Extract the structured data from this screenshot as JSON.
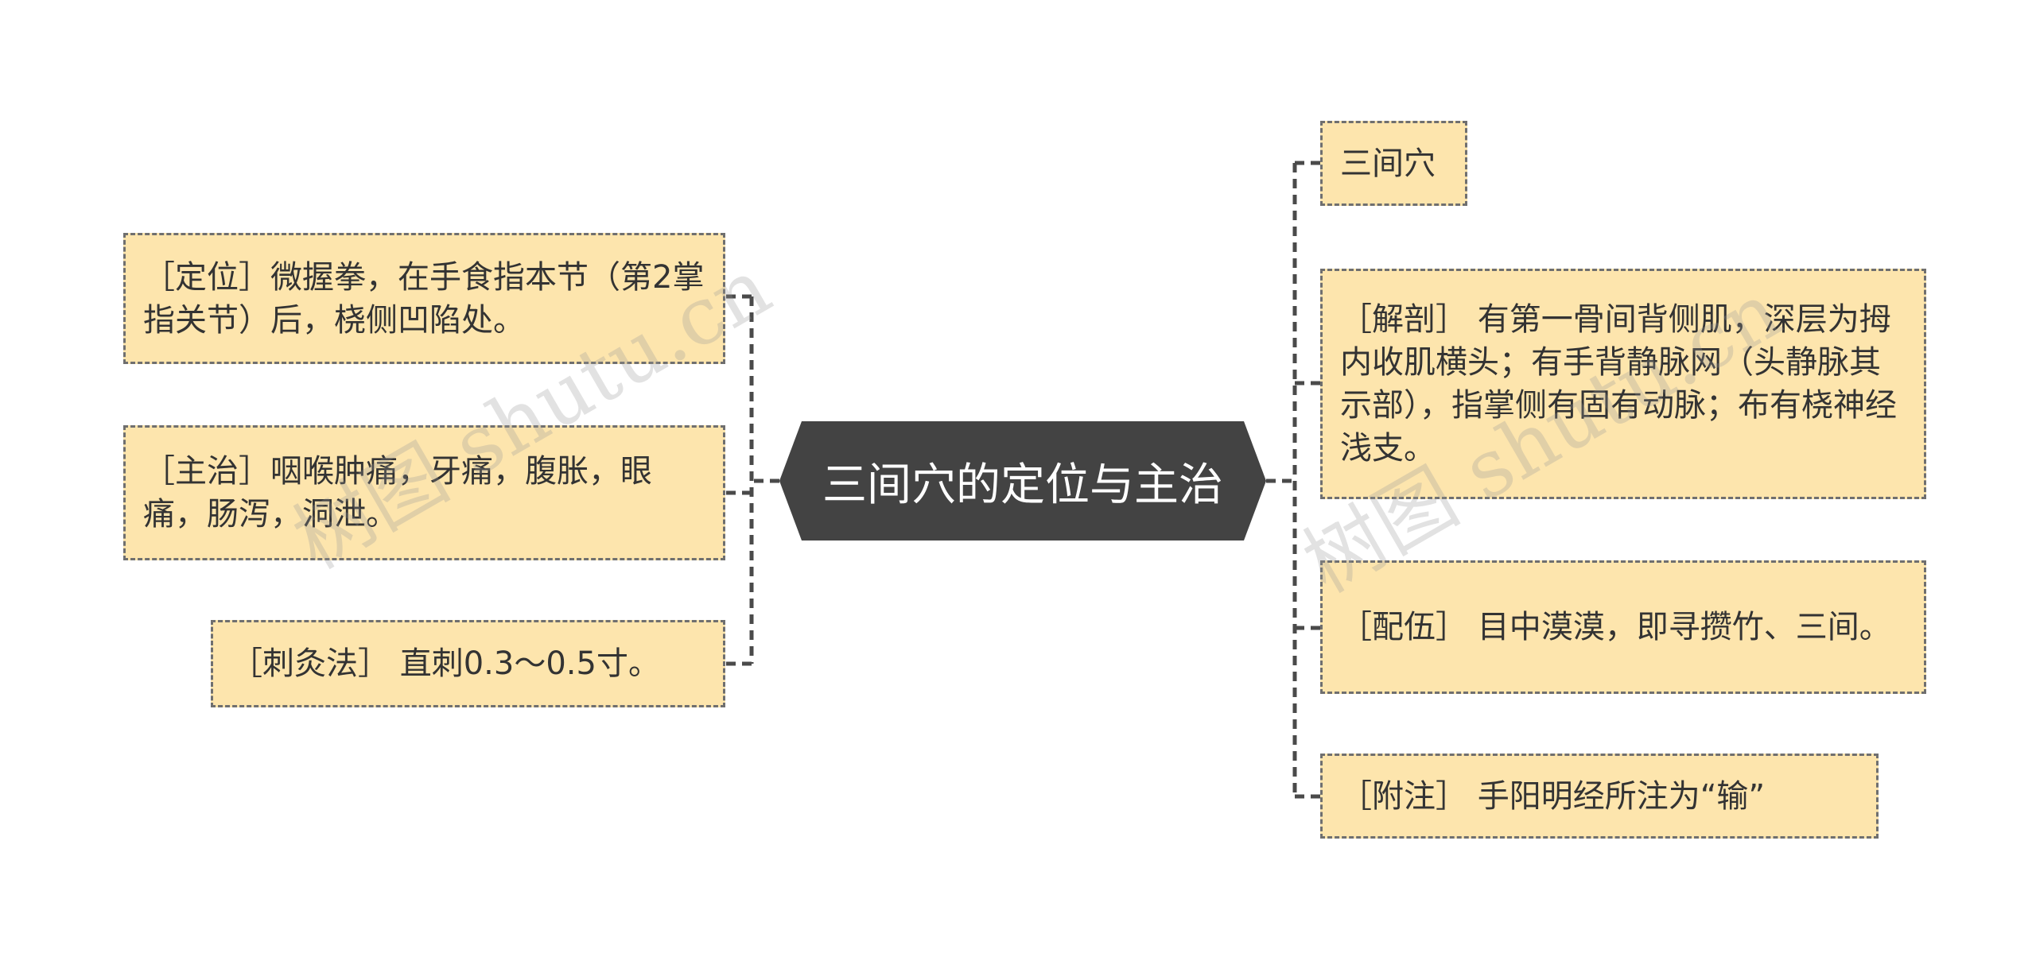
{
  "center": {
    "title": "三间穴的定位与主治"
  },
  "left_nodes": [
    {
      "text": "［定位］微握拳，在手食指本节（第2掌指关节）后，桡侧凹陷处。"
    },
    {
      "text": "［主治］咽喉肿痛，牙痛，腹胀，眼痛，肠泻，洞泄。"
    },
    {
      "text": "［刺灸法］ 直刺0.3～0.5寸。"
    }
  ],
  "right_nodes": [
    {
      "text": "三间穴"
    },
    {
      "text": "［解剖］ 有第一骨间背侧肌，深层为拇内收肌横头；有手背静脉网（头静脉其示部），指掌侧有固有动脉；布有桡神经浅支。"
    },
    {
      "text": "［配伍］ 目中漠漠，即寻攒竹、三间。"
    },
    {
      "text": "［附注］ 手阳明经所注为“输”"
    }
  ],
  "watermarks": [
    "树图 shutu.cn",
    "树图 shutu.cn"
  ],
  "colors": {
    "center_fill": "#434343",
    "node_fill": "#fde5ad",
    "node_border": "#6f6f6f",
    "connector": "#4a4a4a"
  }
}
